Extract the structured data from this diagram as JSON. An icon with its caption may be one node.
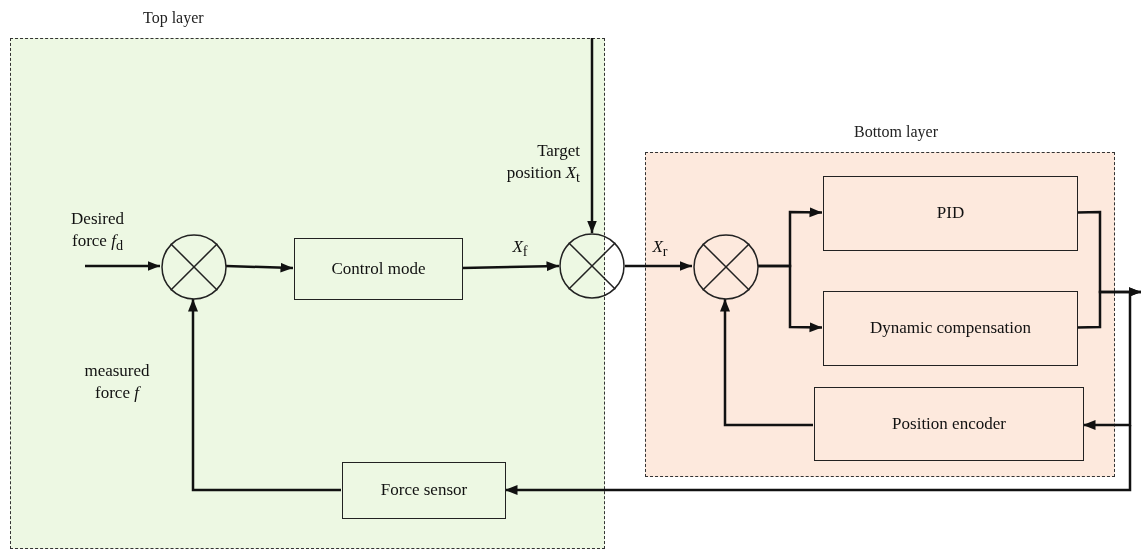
{
  "diagram": {
    "nodes": [
      {
        "text": [
          "Top layer"
        ]
      },
      {
        "text": [
          "Bottom layer"
        ]
      },
      {
        "text": [],
        "shape": "circle",
        "in": 0
      },
      {
        "text": [
          "Control mode"
        ],
        "in": 0
      },
      {
        "text": [],
        "shape": "circle"
      },
      {
        "text": [],
        "shape": "circle",
        "in": 1
      },
      {
        "text": [
          "PID"
        ],
        "in": 1
      },
      {
        "text": [
          "Dynamic compensation"
        ],
        "in": 1
      },
      {
        "text": [
          "Position encoder"
        ],
        "in": 1
      },
      {
        "text": [
          "Force sensor"
        ],
        "in": 0
      }
    ],
    "edges": [
      {
        "from": null,
        "to": 2,
        "arrow": "to",
        "label": "Desired force *f*$_{d}$"
      },
      {
        "from": 2,
        "to": 3,
        "arrow": "to"
      },
      {
        "from": 3,
        "to": 4,
        "arrow": "to",
        "label": "*X*$_{f}$"
      },
      {
        "from": 0,
        "to": 4,
        "arrow": "to",
        "label": "Target position *X*$_{t}$"
      },
      {
        "from": 4,
        "to": 5,
        "arrow": "to",
        "label": "*X*$_{r}$"
      },
      {
        "from": 5,
        "to": 6,
        "arrow": "to"
      },
      {
        "from": 5,
        "to": 7,
        "arrow": "to"
      },
      {
        "from": 6,
        "to": null,
        "arrow": "to"
      },
      {
        "from": 7,
        "to": null,
        "arrow": "to"
      },
      {
        "from": null,
        "to": 8,
        "arrow": "to"
      },
      {
        "from": null,
        "to": 9,
        "arrow": "to"
      },
      {
        "from": 8,
        "to": 5,
        "arrow": "to"
      },
      {
        "from": 9,
        "to": 2,
        "arrow": "to",
        "label": "measured force *f*"
      }
    ]
  }
}
